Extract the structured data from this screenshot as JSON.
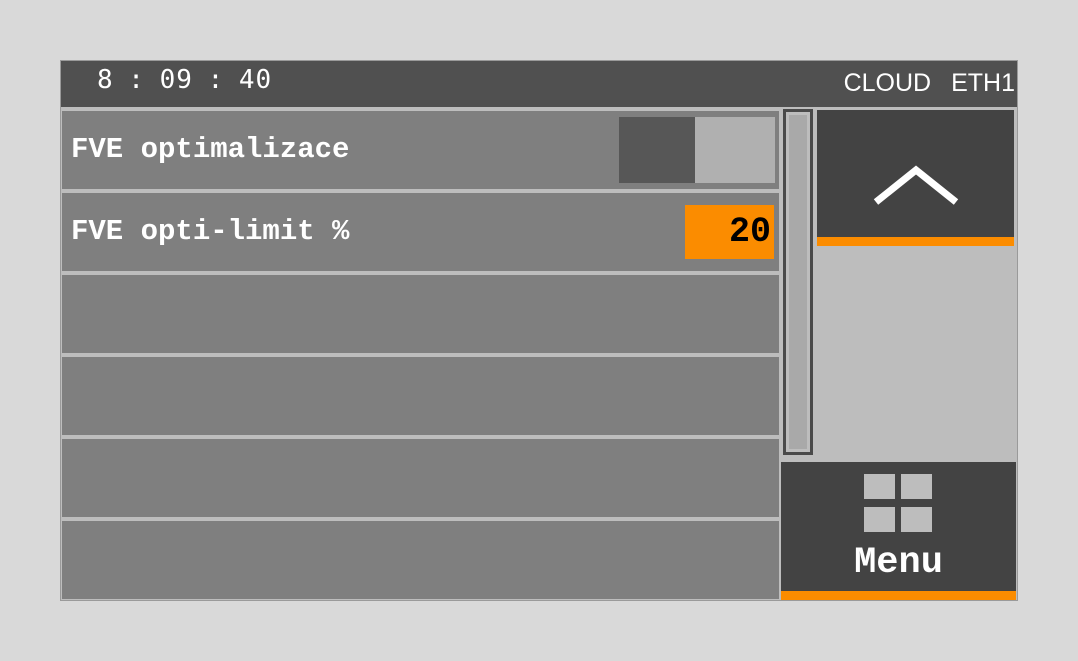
{
  "status_bar": {
    "time": "8 : 09 : 40",
    "indicators": [
      "CLOUD",
      "ETH1"
    ]
  },
  "settings": {
    "rows": [
      {
        "label": "FVE optimalizace",
        "control": "toggle",
        "toggle_state": "off"
      },
      {
        "label": "FVE opti-limit %",
        "control": "value",
        "value": "20"
      },
      {
        "label": "",
        "control": "none"
      },
      {
        "label": "",
        "control": "none"
      },
      {
        "label": "",
        "control": "none"
      },
      {
        "label": "",
        "control": "none"
      }
    ]
  },
  "navigation": {
    "up_icon": "chevron-up-icon",
    "menu_icon": "grid-icon",
    "menu_label": "Menu"
  },
  "colors": {
    "accent": "#fb8c00",
    "panel": "#434343",
    "row": "#7f7f7f",
    "header": "#505050"
  }
}
